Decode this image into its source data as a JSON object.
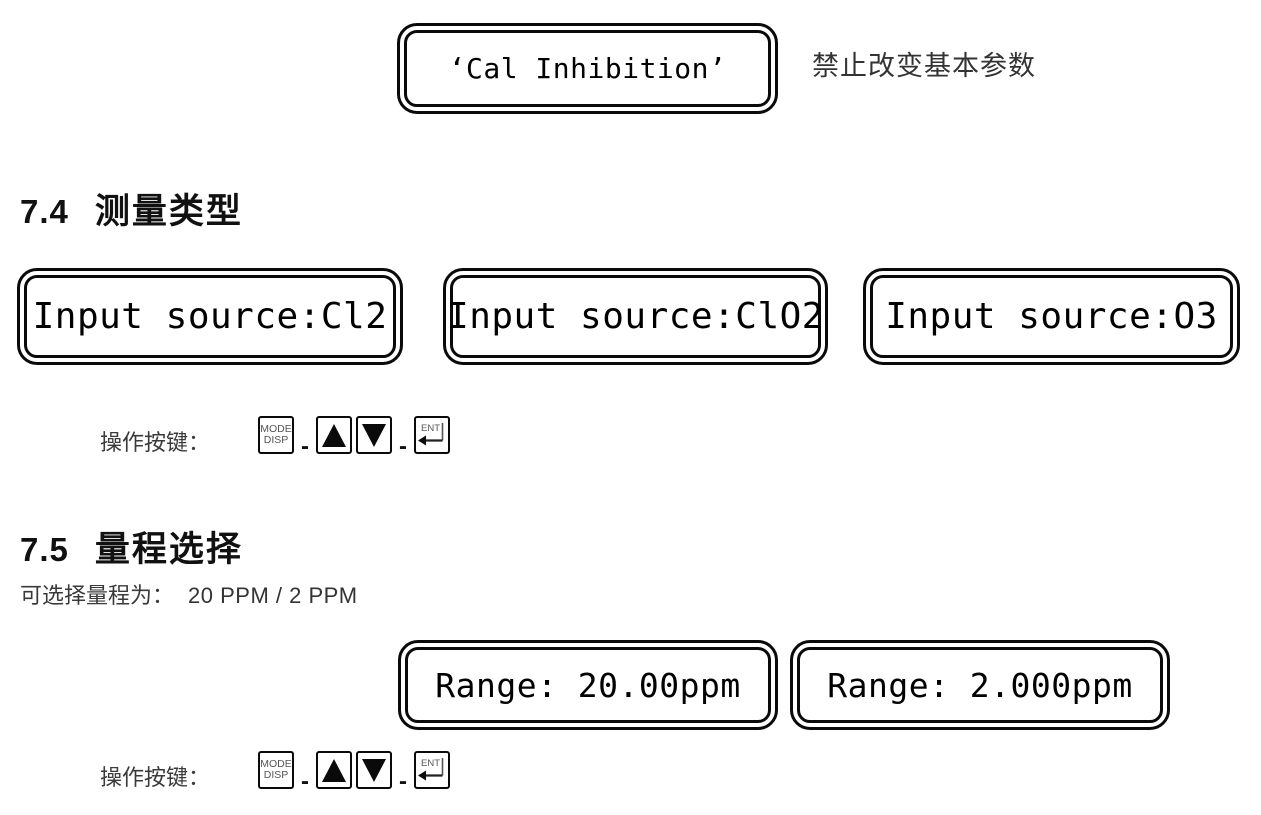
{
  "colors": {
    "background": "#ffffff",
    "ink": "#000000",
    "body_text": "#333333",
    "label_text": "#3a3a3a",
    "key_small_text": "#555555"
  },
  "cal_section": {
    "display_text": "‘Cal Inhibition’",
    "note": "禁止改变基本参数"
  },
  "section_7_4": {
    "number": "7.4",
    "title": "测量类型",
    "displays": [
      "Input source:Cl2",
      "Input source:ClO2",
      "Input source:O3"
    ]
  },
  "keys_row": {
    "label": "操作按键：",
    "mode_key_line1": "MODE",
    "mode_key_line2": "DISP",
    "separator": "-",
    "ent_key_label": "ENT"
  },
  "section_7_5": {
    "number": "7.5",
    "title": "量程选择",
    "range_label": "可选择量程为：",
    "range_value": "20 PPM / 2 PPM",
    "displays": [
      "Range: 20.00ppm",
      "Range: 2.000ppm"
    ]
  }
}
